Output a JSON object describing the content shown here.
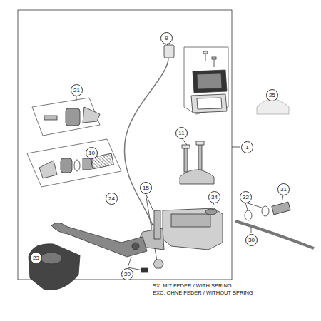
{
  "diagram": {
    "labels": [
      "9",
      "21",
      "25",
      "11",
      "1",
      "10",
      "15",
      "24",
      "34",
      "32",
      "31",
      "30",
      "23",
      "20",
      "SX: MIT FEDER / WITH SPRING",
      "EXC: OHNE FEDER / WITHOUT SPRING"
    ]
  }
}
